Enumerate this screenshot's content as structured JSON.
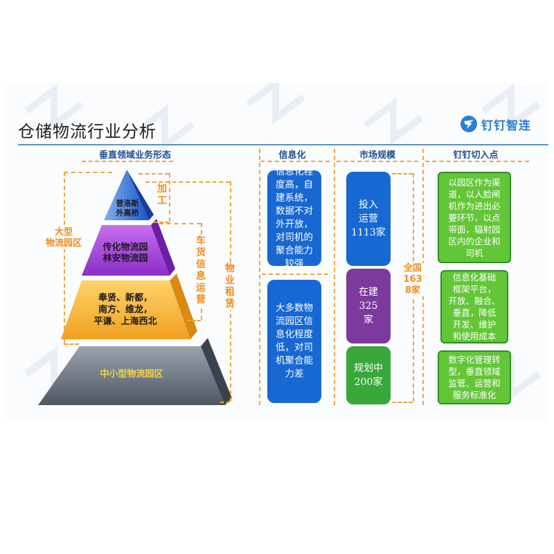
{
  "page": {
    "title": "仓储物流行业分析",
    "brand": "钉钉智连"
  },
  "headers": {
    "vertical": "垂直领域业务形态",
    "info": "信息化",
    "market": "市场规模",
    "entry": "钉钉切入点"
  },
  "pyramid": {
    "tier1": "普洛斯\n外高桥",
    "tier2": "传化物流园\n林安物流园",
    "tier3": "奉贤、新都，\n南方、维龙，\n平谦、上海西北",
    "tier4": "中小型物流园区"
  },
  "side_labels": {
    "large_park": "大型\n物流园区",
    "processing": "加工",
    "freight_ops": "车货信息运营",
    "property_lease": "物业租赁"
  },
  "info_boxes": [
    "信息化程\n度高，自\n建系统，\n数据不对\n外开放，\n对司机的\n聚合能力\n较强",
    "大多数物\n流园区信\n息化程度\n低，对司\n机聚合能\n力差"
  ],
  "market_boxes": [
    "投入\n运营\n1113家",
    "在建325\n家",
    "规划中\n200家"
  ],
  "market_total": "全国1638家",
  "entry_boxes": [
    "以园区作为渠\n道，以人脸闸\n机作为进出必\n要环节，以点\n带面，辐射园\n区内的企业和\n司机",
    "信息化基础\n框架平台，\n开放、融合、\n垂直，降低\n开发、维护\n和使用成本",
    "数字化管理转\n型，垂直领域\n监管、运营和\n服务标准化"
  ],
  "colors": {
    "accent_blue": "#1768d2",
    "purple": "#7b3a9c",
    "green": "#38a83a",
    "light_green": "#63c637",
    "orange": "#f08c1a",
    "header_blue": "#1f4f8f"
  },
  "icons": {
    "logo": "dingtalk-logo-icon"
  }
}
